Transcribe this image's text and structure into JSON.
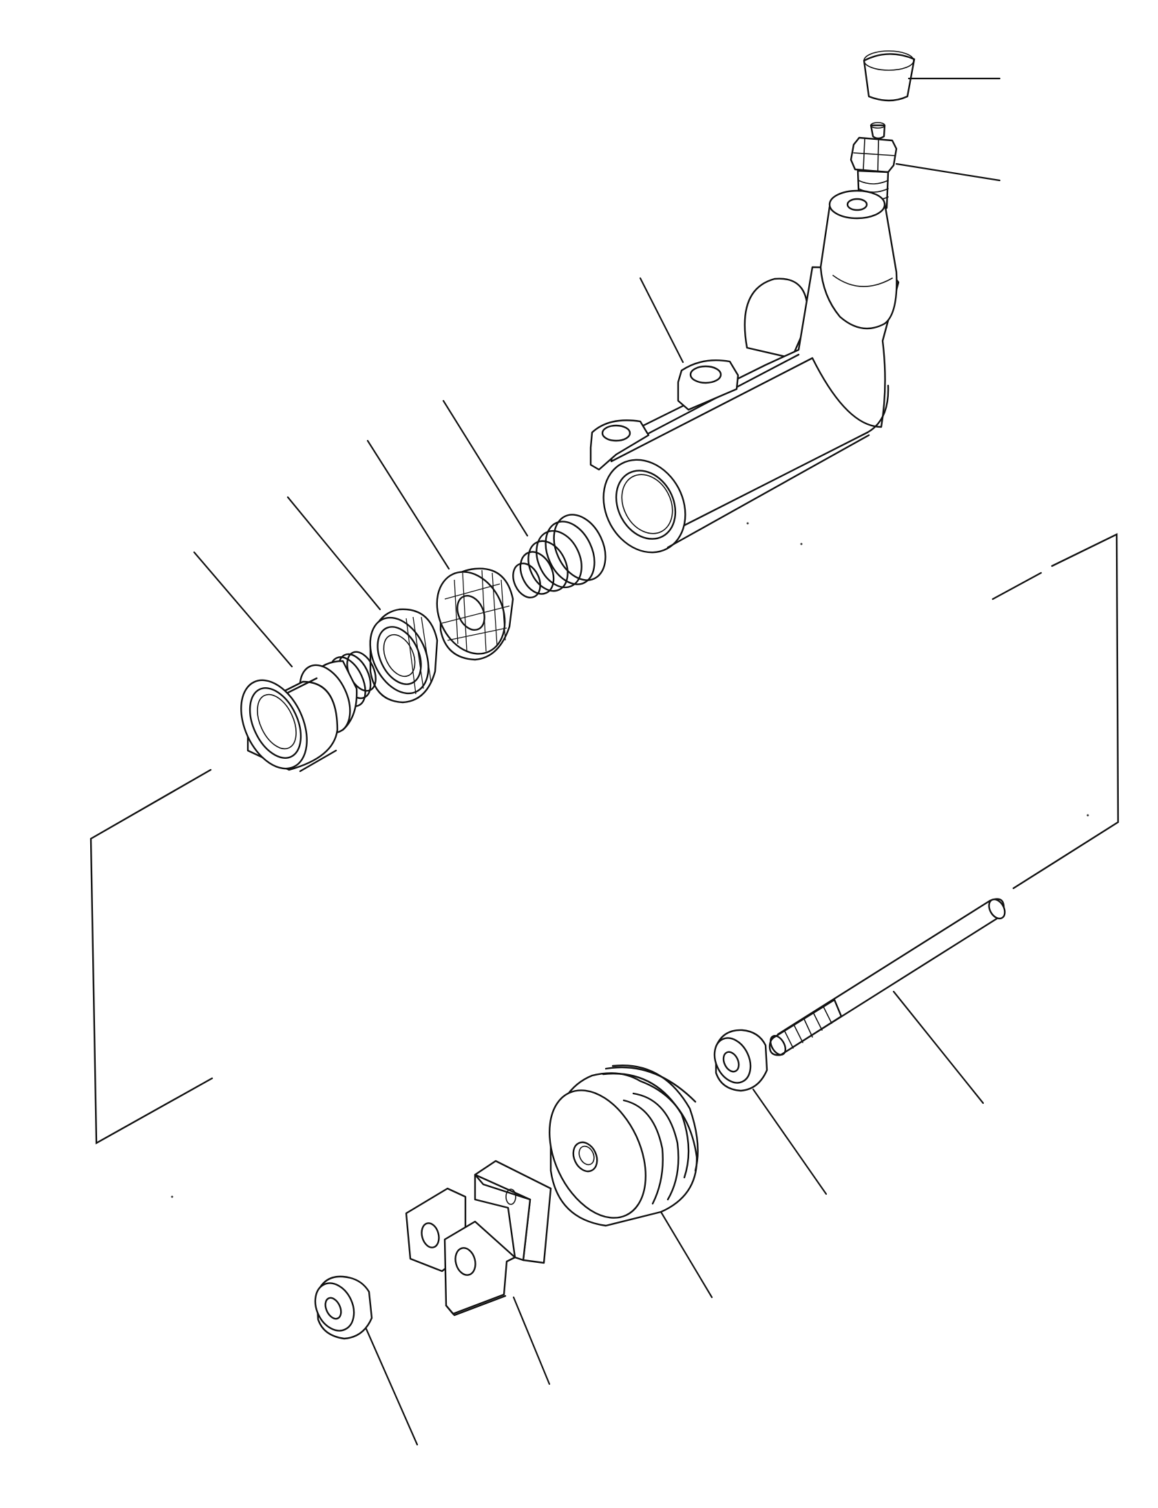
{
  "diagram": {
    "type": "exploded-parts-view",
    "parts": [
      {
        "id": "dust-cap",
        "icon": "cap-icon"
      },
      {
        "id": "bleeder-screw",
        "icon": "bleeder-icon"
      },
      {
        "id": "cylinder-body",
        "icon": "cylinder-icon"
      },
      {
        "id": "spring",
        "icon": "spring-icon"
      },
      {
        "id": "piston-cup",
        "icon": "cup-icon"
      },
      {
        "id": "seal-ring",
        "icon": "seal-icon"
      },
      {
        "id": "piston",
        "icon": "piston-icon"
      },
      {
        "id": "push-rod",
        "icon": "rod-icon"
      },
      {
        "id": "nut-upper",
        "icon": "nut-icon"
      },
      {
        "id": "boot",
        "icon": "boot-icon"
      },
      {
        "id": "clevis",
        "icon": "clevis-icon"
      },
      {
        "id": "nut-lower",
        "icon": "nut-icon"
      }
    ],
    "line_color": "#111111",
    "background": "#ffffff"
  }
}
